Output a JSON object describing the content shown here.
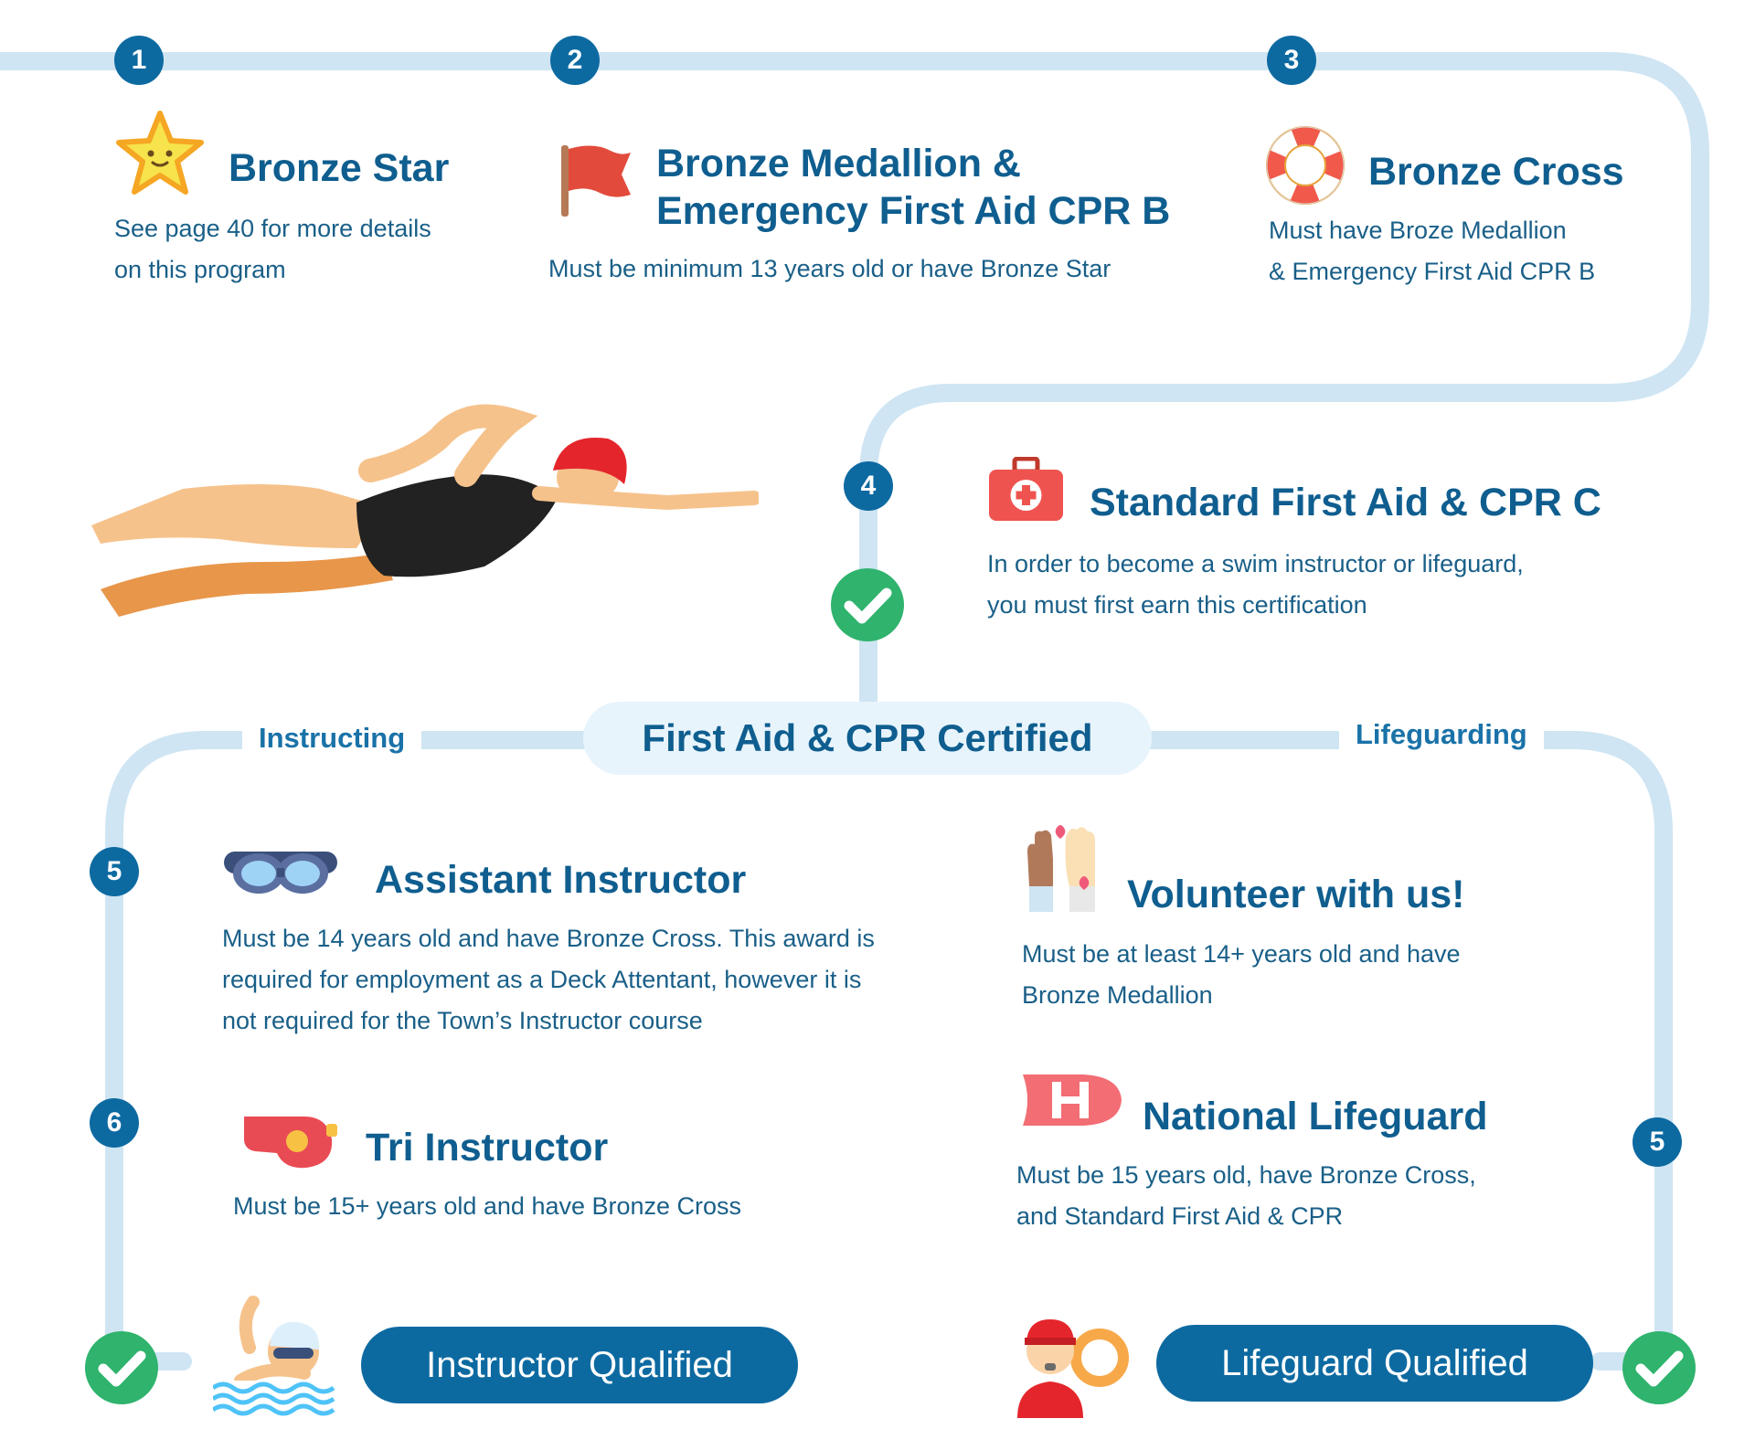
{
  "steps": {
    "s1": {
      "number": "1",
      "title": "Bronze Star",
      "desc_line1": "See page 40 for more details",
      "desc_line2": "on this program",
      "icon": "star-icon"
    },
    "s2": {
      "number": "2",
      "title_line1": "Bronze Medallion &",
      "title_line2": "Emergency First Aid CPR B",
      "desc": "Must be minimum 13 years old or have Bronze Star",
      "icon": "flag-icon"
    },
    "s3": {
      "number": "3",
      "title": "Bronze Cross",
      "desc_line1": "Must have Broze Medallion",
      "desc_line2": "& Emergency First Aid CPR B",
      "icon": "lifebuoy-icon"
    },
    "s4": {
      "number": "4",
      "title": "Standard First Aid & CPR C",
      "desc_line1": "In order to become a swim instructor or lifeguard,",
      "desc_line2": "you must first earn this certification",
      "icon": "first-aid-kit-icon"
    }
  },
  "branches": {
    "instructing": "Instructing",
    "lifeguarding": "Lifeguarding",
    "certified": "First Aid & CPR Certified"
  },
  "instructor_path": {
    "assistant": {
      "number": "5",
      "title": "Assistant Instructor",
      "desc_line1": "Must be 14 years old and have Bronze Cross. This award is",
      "desc_line2": "required for employment as a Deck Attentant, however it is",
      "desc_line3": "not required for the Town’s Instructor course",
      "icon": "goggles-icon"
    },
    "tri": {
      "number": "6",
      "title": "Tri Instructor",
      "desc": "Must be 15+ years old and have Bronze Cross",
      "icon": "whistle-icon"
    },
    "qualified": "Instructor Qualified"
  },
  "lifeguard_path": {
    "volunteer": {
      "title": "Volunteer with us!",
      "desc_line1": "Must be at least 14+ years old and have",
      "desc_line2": "Bronze Medallion",
      "icon": "raised-hands-icon"
    },
    "national": {
      "number": "5",
      "title": "National Lifeguard",
      "desc_line1": "Must be 15 years old, have Bronze Cross,",
      "desc_line2": "and Standard First Aid & CPR",
      "icon": "rescue-board-icon"
    },
    "qualified": "Lifeguard Qualified"
  },
  "colors": {
    "path": "#cfe5f3",
    "accent": "#0d6aa1",
    "title": "#0f5e8f",
    "check": "#2fb36d"
  }
}
